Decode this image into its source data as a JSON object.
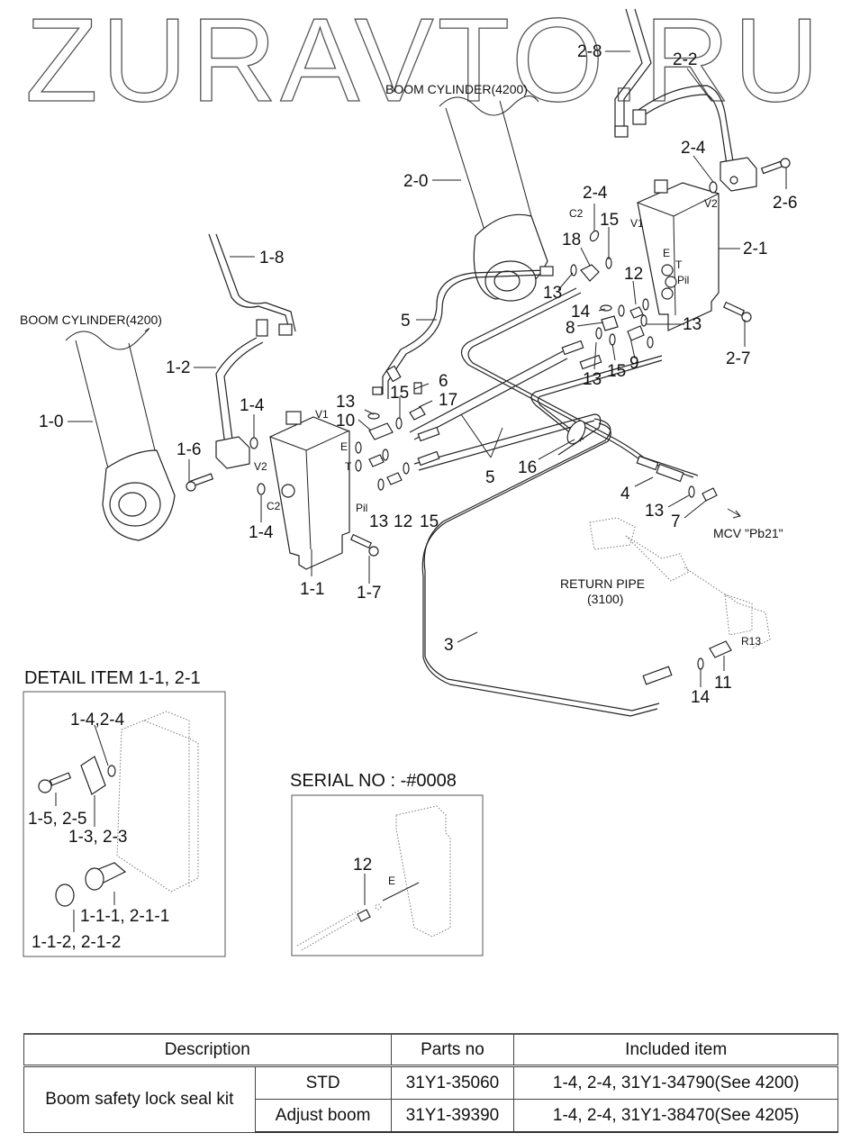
{
  "watermark": "ZURAVTO.RU",
  "diagram": {
    "labels": {
      "boom_cylinder_top": "BOOM CYLINDER(4200)",
      "boom_cylinder_left": "BOOM CYLINDER(4200)",
      "return_pipe_line1": "RETURN PIPE",
      "return_pipe_line2": "(3100)",
      "mcv": "MCV \"Pb21\"",
      "port_r13": "R13"
    },
    "ports": {
      "v1_right": "V1",
      "v2_right": "V2",
      "c2_right": "C2",
      "e_right": "E",
      "t_right": "T",
      "pil_right": "Pil",
      "v1_left": "V1",
      "v2_left": "V2",
      "c2_left": "C2",
      "e_left": "E",
      "t_left": "T",
      "pil_left": "Pil"
    },
    "callouts": {
      "c2_8": "2-8",
      "c2_2": "2-2",
      "c2_0": "2-0",
      "c2_4a": "2-4",
      "c2_4b": "2-4",
      "c2_6": "2-6",
      "c2_1": "2-1",
      "c2_7": "2-7",
      "c15a": "15",
      "c18": "18",
      "c13a": "13",
      "c12a": "12",
      "c14a": "14",
      "c8": "8",
      "c13b": "13",
      "c13c": "13",
      "c15b": "15",
      "c9": "9",
      "c5a": "5",
      "c1_8": "1-8",
      "c1_2": "1-2",
      "c1_0": "1-0",
      "c1_4a": "1-4",
      "c1_6": "1-6",
      "c1_4b": "1-4",
      "c1_1": "1-1",
      "c1_7": "1-7",
      "c6": "6",
      "c13d": "13",
      "c15c": "15",
      "c10": "10",
      "c17": "17",
      "c13e": "13",
      "c12b": "12",
      "c15d": "15",
      "c5b": "5",
      "c16": "16",
      "c4": "4",
      "c13f": "13",
      "c7": "7",
      "c3": "3",
      "c14b": "14",
      "c11": "11"
    }
  },
  "detail_panel": {
    "title": "DETAIL ITEM 1-1, 2-1",
    "callouts": [
      "1-4,2-4",
      "1-5, 2-5",
      "1-3, 2-3",
      "1-1-1, 2-1-1",
      "1-1-2, 2-1-2"
    ]
  },
  "serial_panel": {
    "title": "SERIAL NO : -#0008",
    "callout": "12",
    "port": "E"
  },
  "parts_table": {
    "headers": [
      "Description",
      "Parts no",
      "Included item"
    ],
    "group_label": "Boom safety lock seal kit",
    "rows": [
      {
        "variant": "STD",
        "parts_no": "31Y1-35060",
        "included": "1-4, 2-4, 31Y1-34790(See 4200)"
      },
      {
        "variant": "Adjust boom",
        "parts_no": "31Y1-39390",
        "included": "1-4, 2-4, 31Y1-38470(See 4205)"
      }
    ]
  }
}
